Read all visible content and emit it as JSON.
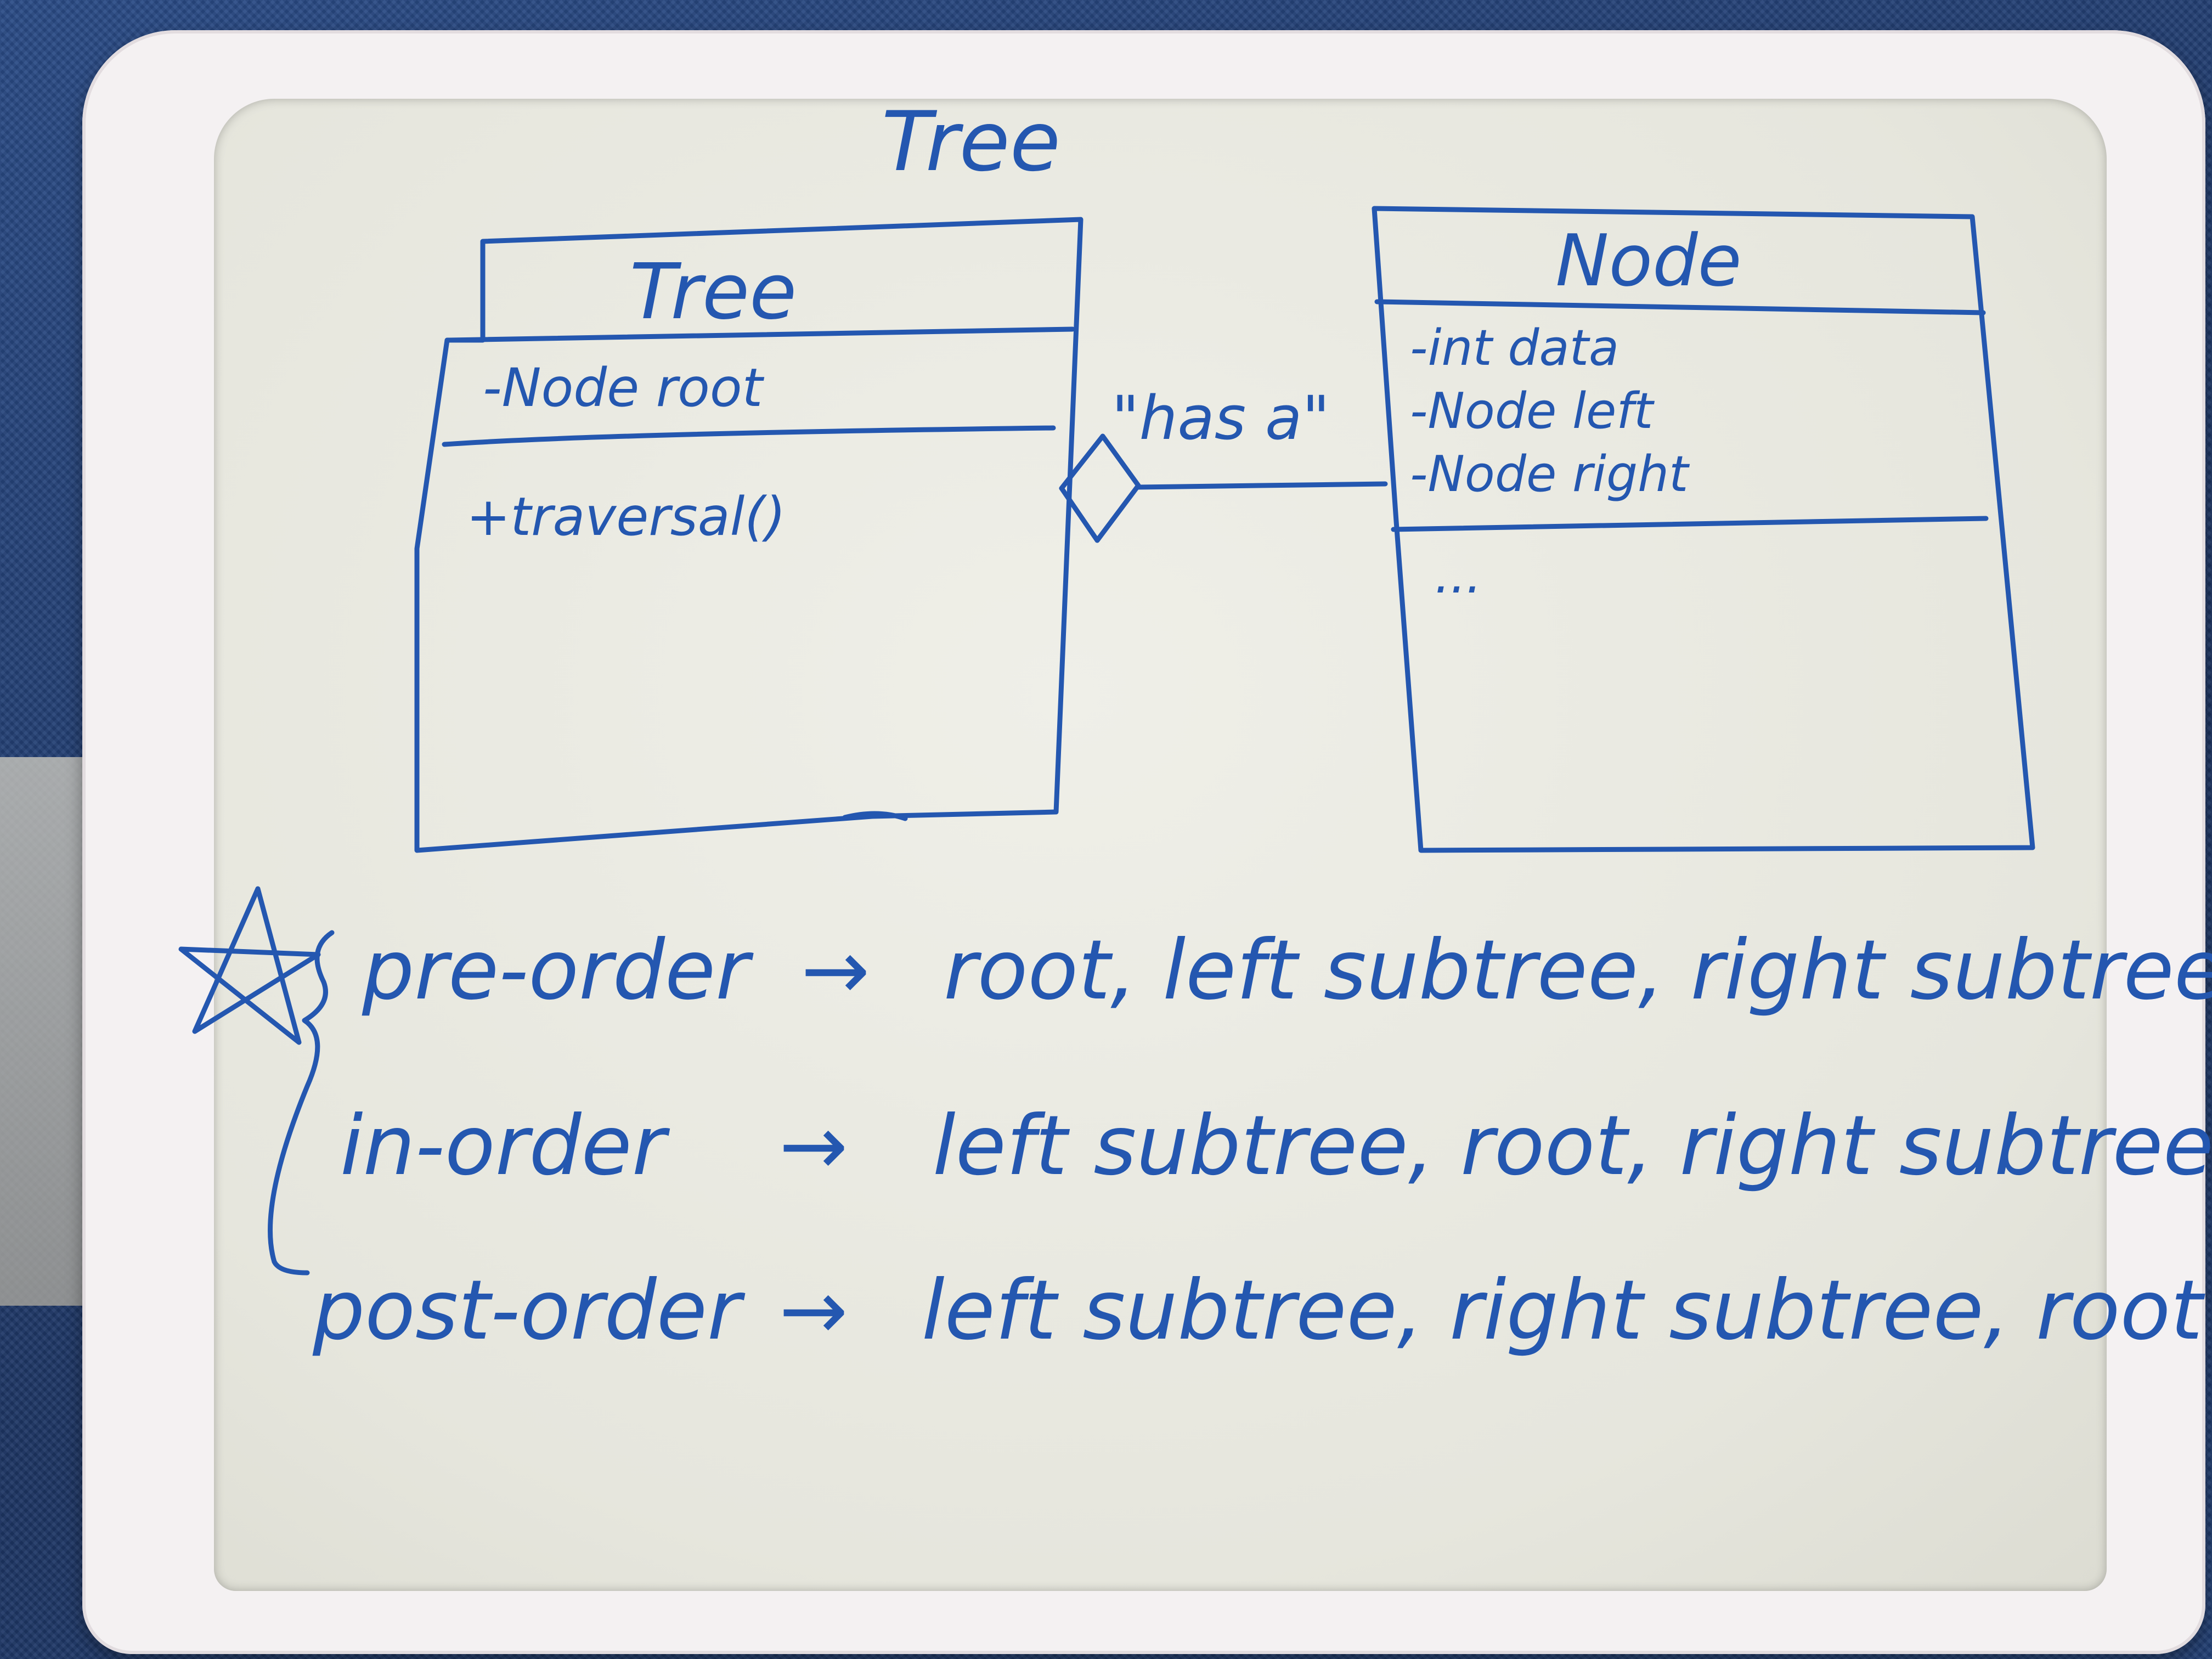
{
  "diagram": {
    "heading": "Tree",
    "tree_class": {
      "name": "Tree",
      "attribute": "-Node root",
      "method": "+traversal()"
    },
    "node_class": {
      "name": "Node",
      "attributes": [
        "-int data",
        "-Node left",
        "-Node right"
      ],
      "methods": "..."
    },
    "relation_label": "\"has a\"",
    "traversals": [
      {
        "name": "pre-order",
        "arrow": "→",
        "sequence": "root, left subtree, right subtree"
      },
      {
        "name": "in-order",
        "arrow": "→",
        "sequence": "left subtree, root, right subtree"
      },
      {
        "name": "post-order",
        "arrow": "→",
        "sequence": "left subtree, right subtree, root"
      }
    ]
  },
  "colors": {
    "ink": "#2457b0",
    "board": "#e9e9e1",
    "frame": "#f4f1f2",
    "background": "#1f3b6e"
  }
}
